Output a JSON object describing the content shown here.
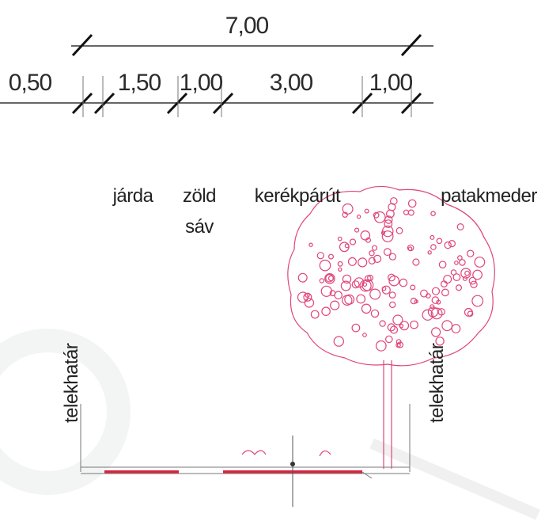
{
  "dimensions": {
    "total": "7,00",
    "segments": [
      "0,50",
      "1,50",
      "1,00",
      "3,00",
      "1,00"
    ]
  },
  "labels": {
    "sidewalk": "járda",
    "green_strip_line1": "zöld",
    "green_strip_line2": "sáv",
    "bike_path": "kerékpárút",
    "stream_bed": "patakmeder",
    "property_line_left": "telekhatár",
    "property_line_right": "telekhatár"
  },
  "colors": {
    "tree": "#e0457a",
    "road": "#d8243f",
    "lines": "#333333"
  }
}
